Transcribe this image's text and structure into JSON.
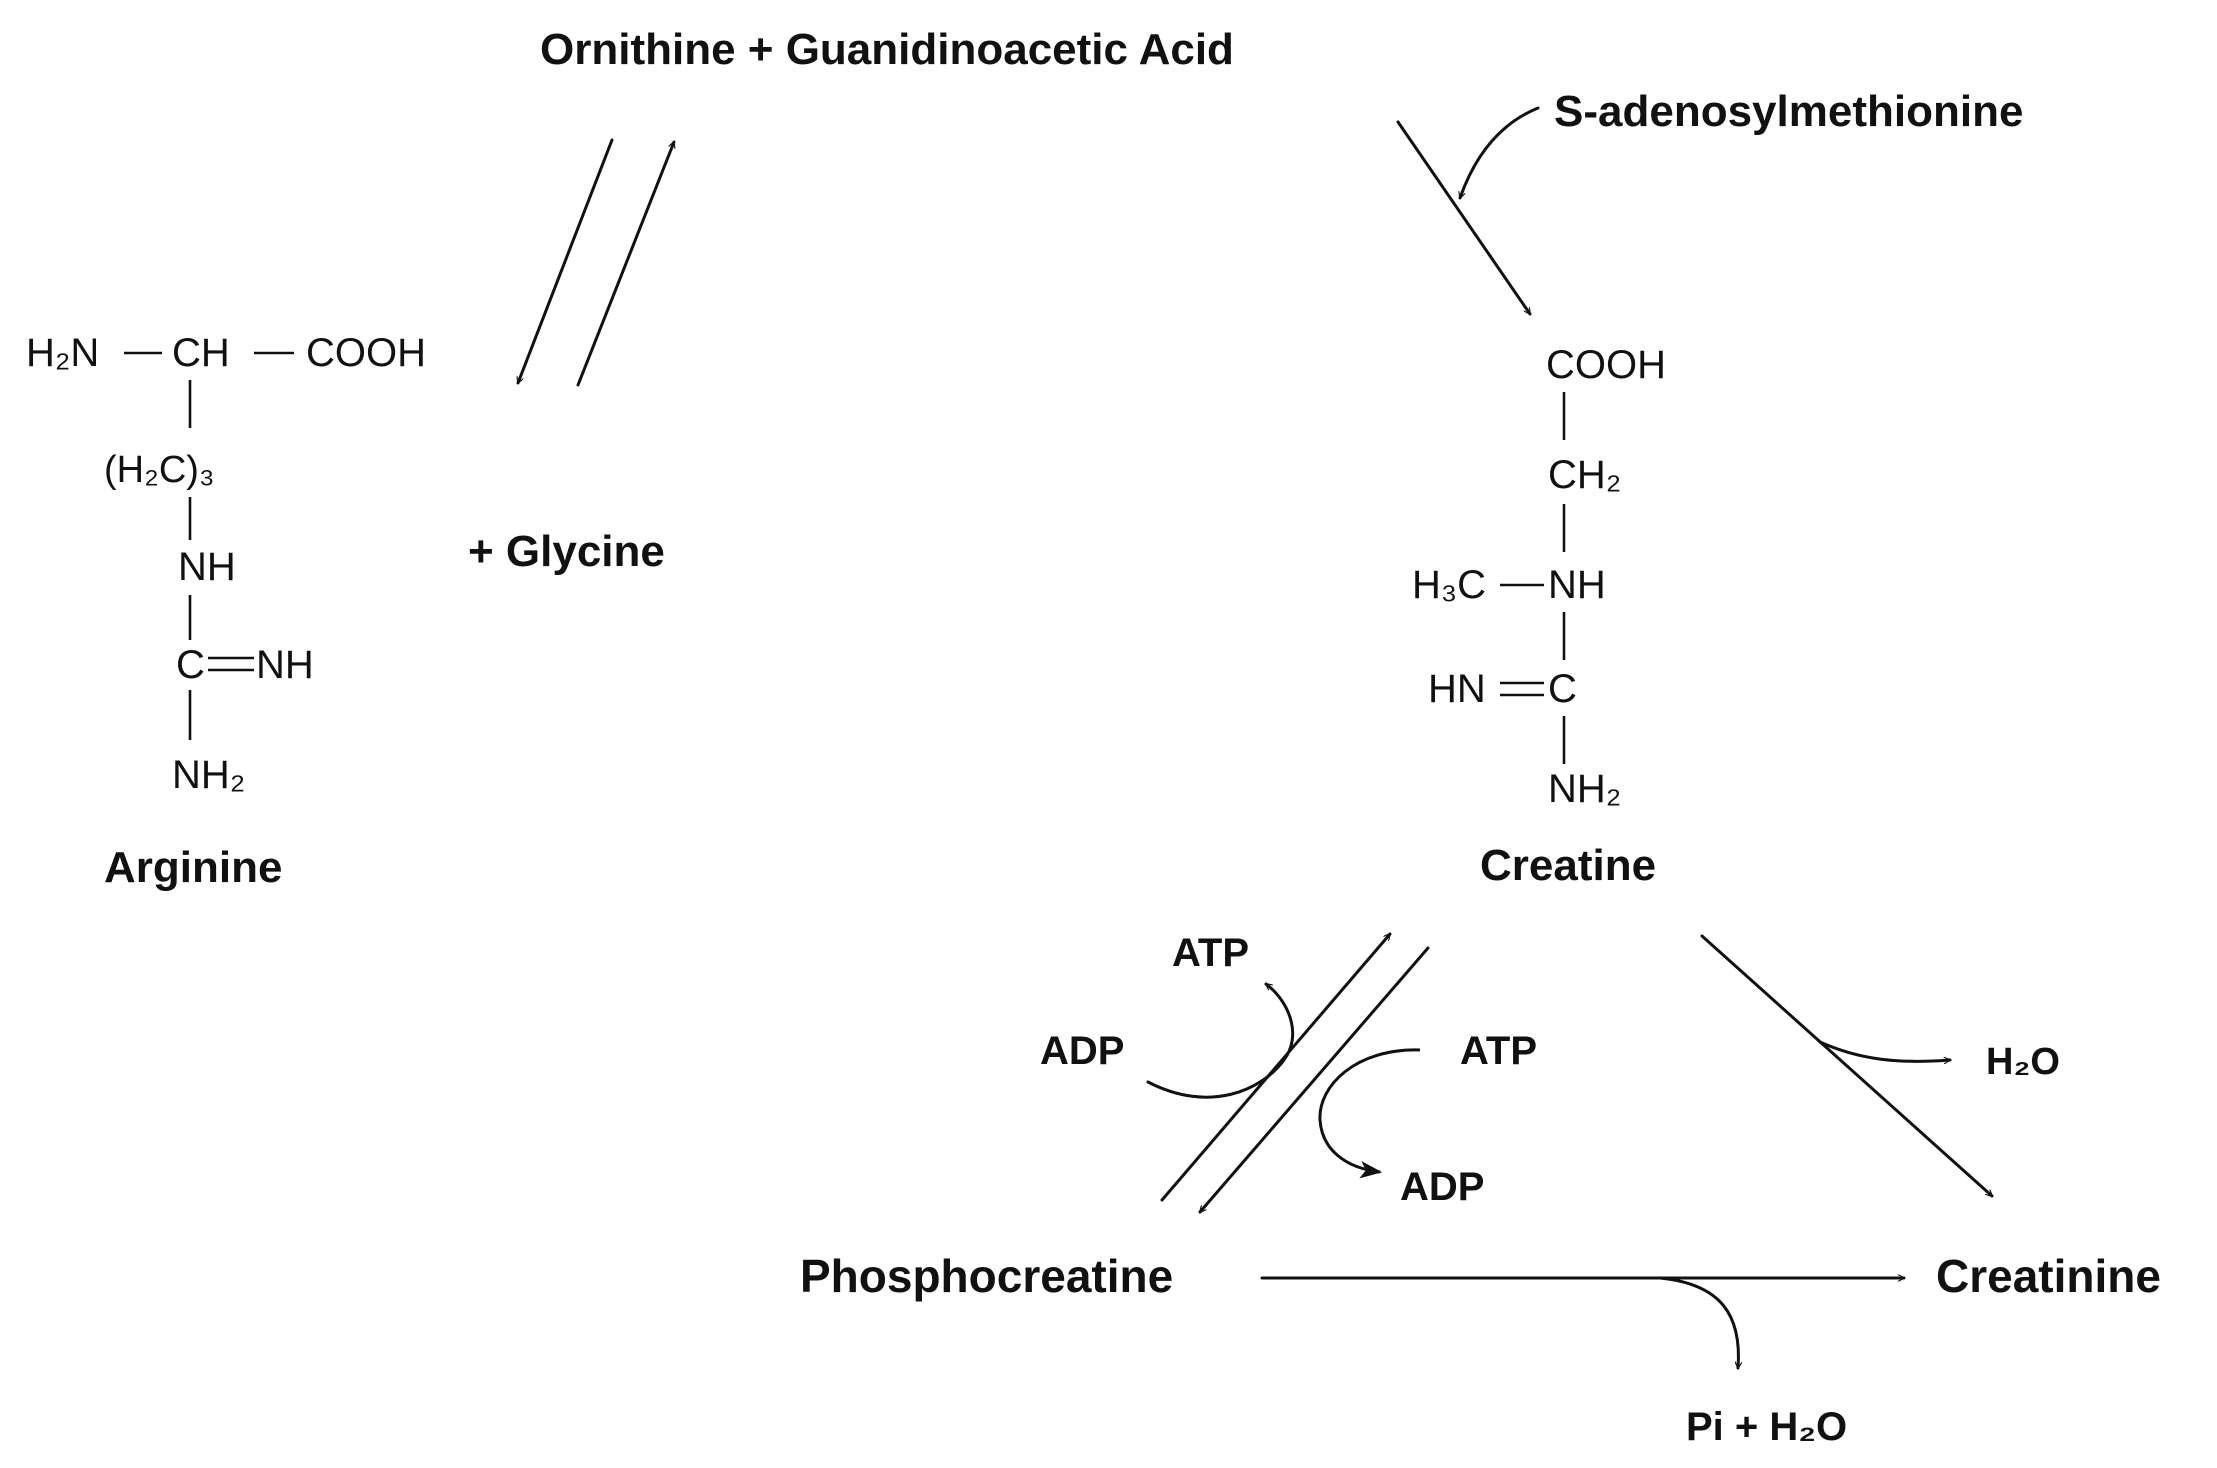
{
  "labels": {
    "ornithine_gaa": "Ornithine + Guanidinoacetic Acid",
    "sam": "S-adenosylmethionine",
    "glycine": "+ Glycine",
    "arginine": "Arginine",
    "creatine": "Creatine",
    "phosphocreatine": "Phosphocreatine",
    "creatinine": "Creatinine",
    "atp_top": "ATP",
    "adp_left": "ADP",
    "atp_right": "ATP",
    "adp_bottom": "ADP",
    "pi_h2o": "Pi + H₂O",
    "h2o": "H₂O"
  },
  "arginine_structure": {
    "h2n": "H₂N",
    "ch": "CH",
    "cooh": "COOH",
    "ch2_3": "(H₂C)₃",
    "nh": "NH",
    "c": "C",
    "eq_nh": "NH",
    "nh2": "NH₂"
  },
  "creatine_structure": {
    "cooh": "COOH",
    "ch2": "CH₂",
    "h3c": "H₃C",
    "nh": "NH",
    "hn": "HN",
    "c": "C",
    "nh2": "NH₂"
  }
}
